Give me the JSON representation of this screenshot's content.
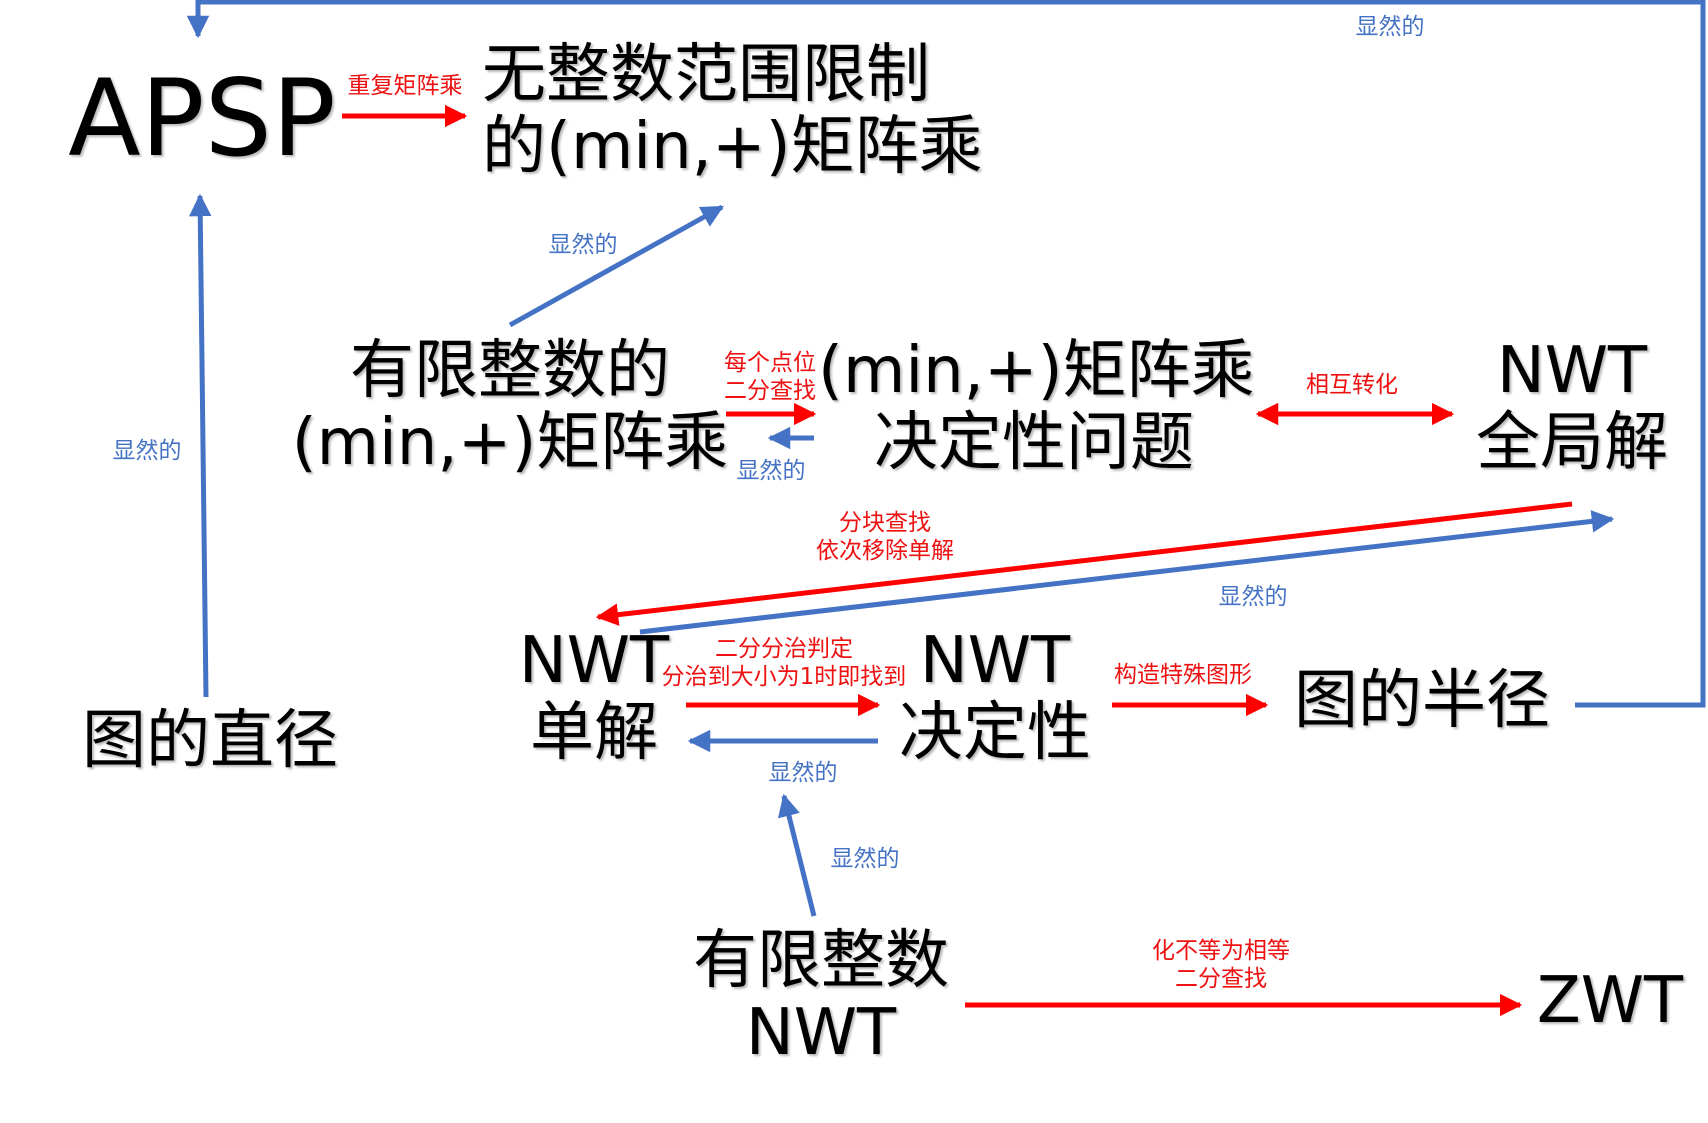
{
  "colors": {
    "strong_edge": "#ff0000",
    "obvious_edge": "#4472c4",
    "node_text": "#000000"
  },
  "nodes": {
    "apsp": {
      "lines": [
        "APSP"
      ]
    },
    "unbounded_minplus": {
      "lines": [
        "无整数范围限制",
        "的(min,+)矩阵乘"
      ]
    },
    "bounded_minplus": {
      "lines": [
        "有限整数的",
        "(min,+)矩阵乘"
      ]
    },
    "minplus_decision": {
      "lines": [
        "(min,+)矩阵乘",
        "决定性问题"
      ]
    },
    "nwt_global": {
      "lines": [
        "NWT",
        "全局解"
      ]
    },
    "graph_diameter": {
      "lines": [
        "图的直径"
      ]
    },
    "nwt_single": {
      "lines": [
        "NWT",
        "单解"
      ]
    },
    "nwt_decision": {
      "lines": [
        "NWT",
        "决定性"
      ]
    },
    "graph_radius": {
      "lines": [
        "图的半径"
      ]
    },
    "bounded_nwt": {
      "lines": [
        "有限整数",
        "NWT"
      ]
    },
    "zwt": {
      "lines": [
        "ZWT"
      ]
    }
  },
  "edges": {
    "apsp_to_unbounded": {
      "lines": [
        "重复矩阵乘"
      ]
    },
    "bounded_to_unbounded": {
      "lines": [
        "显然的"
      ]
    },
    "bounded_to_decision": {
      "lines": [
        "每个点位",
        "二分查找"
      ]
    },
    "decision_to_bounded": {
      "lines": [
        "显然的"
      ]
    },
    "decision_global_mutual": {
      "lines": [
        "相互转化"
      ]
    },
    "diameter_to_apsp": {
      "lines": [
        "显然的"
      ]
    },
    "radius_to_apsp": {
      "lines": [
        "显然的"
      ]
    },
    "global_to_single": {
      "lines": [
        "分块查找",
        "依次移除单解"
      ]
    },
    "single_to_global": {
      "lines": [
        "显然的"
      ]
    },
    "decision_to_single": {
      "lines": [
        "二分分治判定",
        "分治到大小为1时即找到"
      ]
    },
    "single_to_decision": {
      "lines": [
        "显然的"
      ]
    },
    "decision_to_radius": {
      "lines": [
        "构造特殊图形"
      ]
    },
    "bounded_nwt_to_single": {
      "lines": [
        "显然的"
      ]
    },
    "bounded_nwt_to_zwt": {
      "lines": [
        "化不等为相等",
        "二分查找"
      ]
    }
  }
}
